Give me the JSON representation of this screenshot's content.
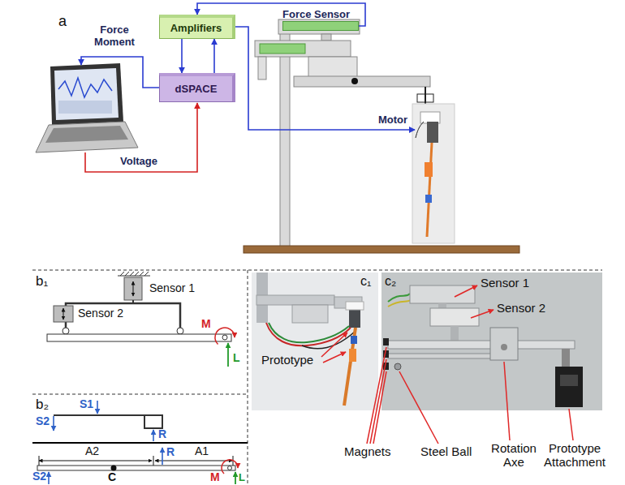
{
  "diagram": {
    "nodes": [
      {
        "text": [
          "Amplifiers"
        ]
      },
      {
        "text": [
          "Force Sensor"
        ]
      },
      {
        "text": [
          "dSPACE"
        ]
      }
    ],
    "edges": [
      {
        "from": 1,
        "to": 0,
        "arrow": "to"
      },
      {
        "from": 0,
        "to": 2,
        "arrow": "to"
      },
      {
        "from": 2,
        "to": 0,
        "arrow": "to"
      }
    ],
    "labels": [
      "a",
      "Force Moment",
      "Voltage",
      "Motor",
      "b₁",
      "Sensor 1",
      "Sensor 2",
      "M",
      "L",
      "b₂",
      "S1",
      "S2",
      "R",
      "R",
      "A2",
      "A1",
      "S2",
      "C",
      "M",
      "L",
      "c₁",
      "c₂",
      "Prototype",
      "Sensor 1",
      "Sensor 2",
      "Magnets",
      "Steel Ball",
      "Rotation Axe",
      "Prototype Attachment"
    ]
  }
}
